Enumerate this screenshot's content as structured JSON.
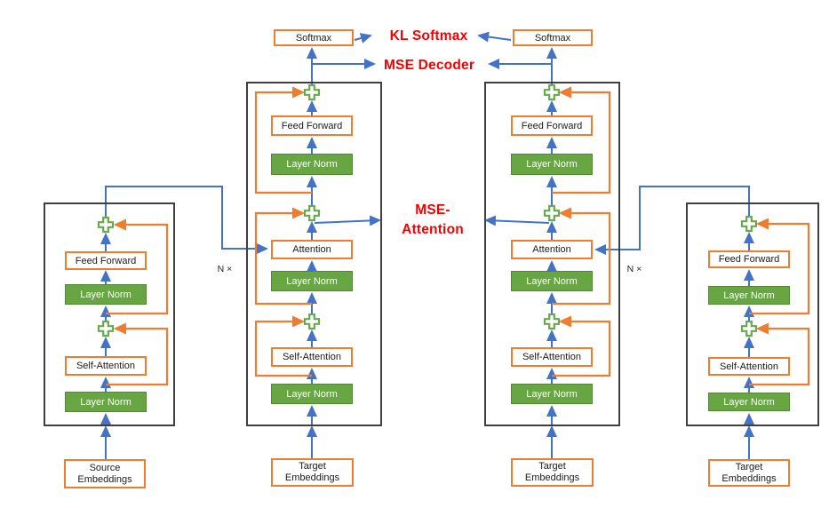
{
  "diagram": {
    "losses": {
      "kl_softmax": "KL Softmax",
      "mse_decoder": "MSE Decoder",
      "mse_attention_line1": "MSE-",
      "mse_attention_line2": "Attention"
    },
    "labels": {
      "softmax": "Softmax",
      "feed_forward": "Feed Forward",
      "layer_norm": "Layer Norm",
      "attention": "Attention",
      "self_attention": "Self-Attention",
      "n_times": "N ×",
      "source_line1": "Source",
      "source_line2": "Embeddings",
      "target_line1": "Target",
      "target_line2": "Embeddings"
    },
    "colors": {
      "arrow_blue": "#4472C4",
      "residual_orange": "#ED7D31",
      "layer_norm_green": "#68A543",
      "loss_red": "#F40000",
      "block_border": "#3F3F3F"
    }
  }
}
